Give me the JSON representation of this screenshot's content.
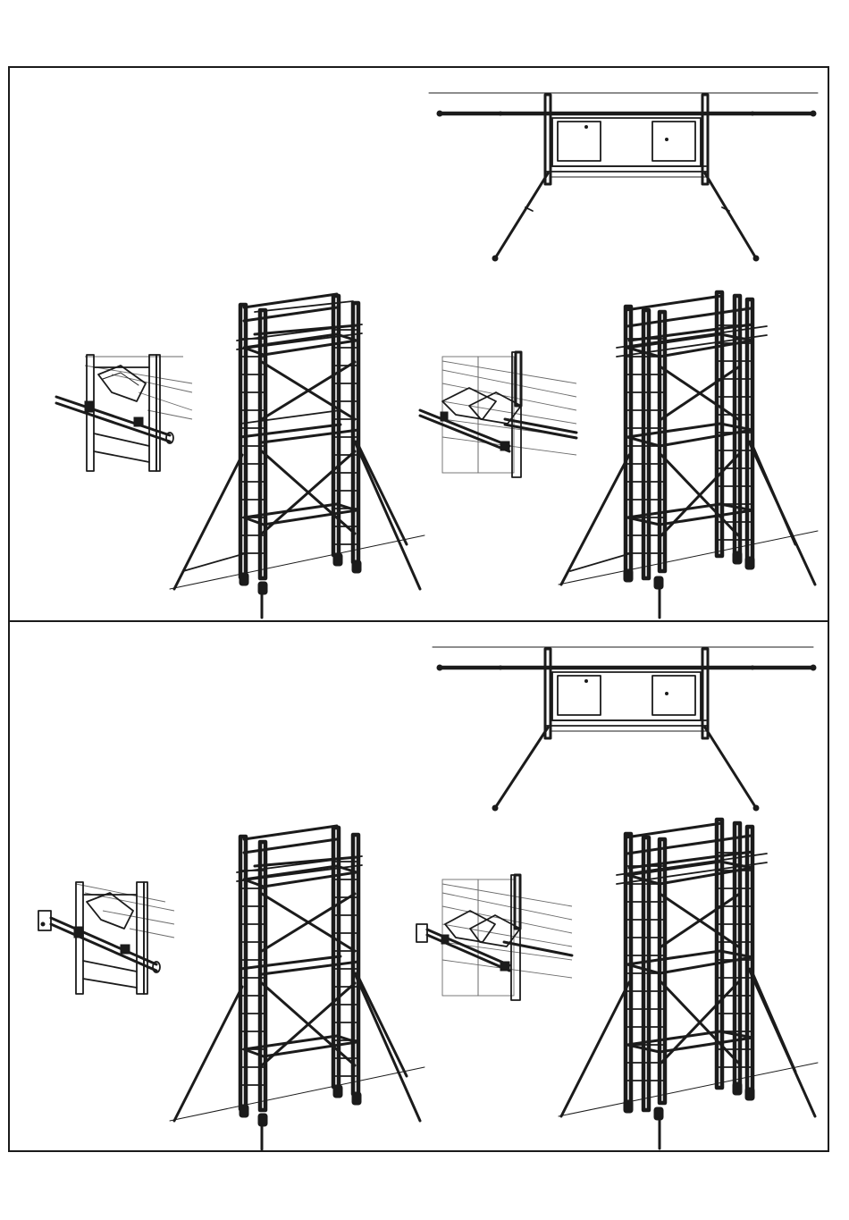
{
  "document": {
    "sections": [
      {
        "id": "top",
        "views": [
          "plan-view",
          "detail-view-left",
          "tower-left",
          "detail-view-right",
          "tower-right"
        ]
      },
      {
        "id": "bottom",
        "views": [
          "plan-view",
          "detail-view-left",
          "tower-left",
          "detail-view-right",
          "tower-right"
        ]
      }
    ],
    "icons": [
      "scaffold-plan-icon",
      "wall-tie-detail-icon",
      "scaffold-tower-icon",
      "double-scaffold-tower-icon"
    ],
    "colors": {
      "ink": "#1b1b1b",
      "paper": "#ffffff",
      "frame": "#1a1a1a"
    }
  }
}
